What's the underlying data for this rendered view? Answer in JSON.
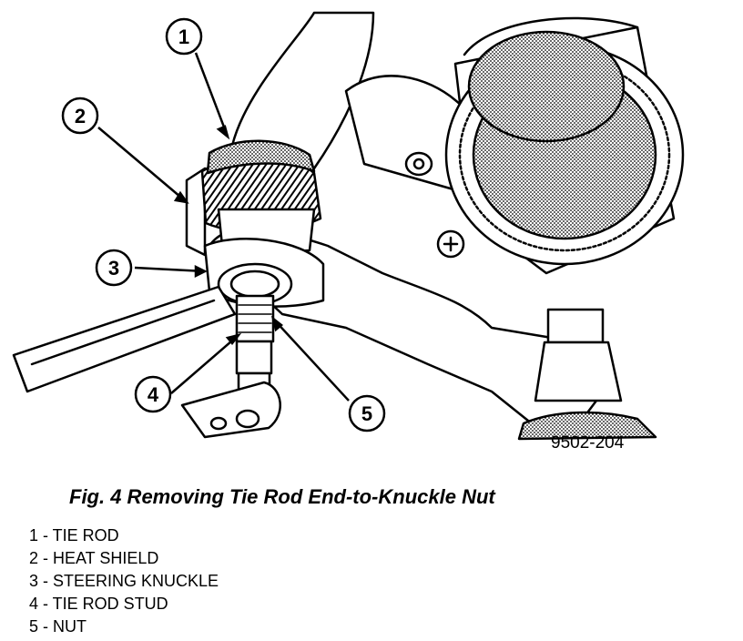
{
  "figure": {
    "caption": "Fig. 4 Removing Tie Rod End-to-Knuckle Nut",
    "drawing_id": "9502-204",
    "callouts": [
      "1",
      "2",
      "3",
      "4",
      "5"
    ],
    "legend": [
      "1 - TIE ROD",
      "2 - HEAT SHIELD",
      "3 - STEERING KNUCKLE",
      "4 - TIE ROD STUD",
      "5 - NUT"
    ]
  }
}
